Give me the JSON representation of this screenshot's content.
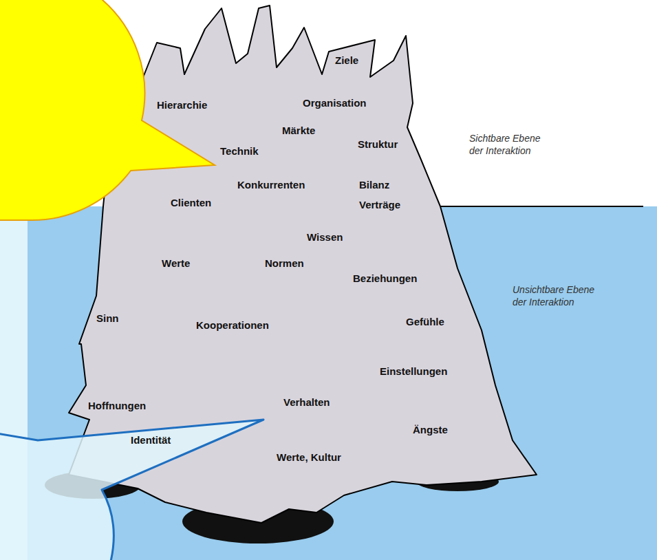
{
  "diagram": {
    "nodes": [
      {
        "text": [
          "Ziele",
          "Hierarchie",
          "Organisation",
          "Märkte",
          "Technik",
          "Struktur",
          "Konkurrenten",
          "Bilanz",
          "Clienten",
          "Verträge",
          "Wissen",
          "Werte",
          "Normen",
          "Beziehungen",
          "Sinn",
          "Gefühle",
          "Kooperationen",
          "Einstellungen",
          "Hoffnungen",
          "Verhalten",
          "Identität",
          "Ängste",
          "Werte, Kultur"
        ]
      }
    ],
    "labels": [
      "Sichtbare Ebene der Interaktion",
      "Unsichtbare Ebene der Interaktion"
    ]
  }
}
